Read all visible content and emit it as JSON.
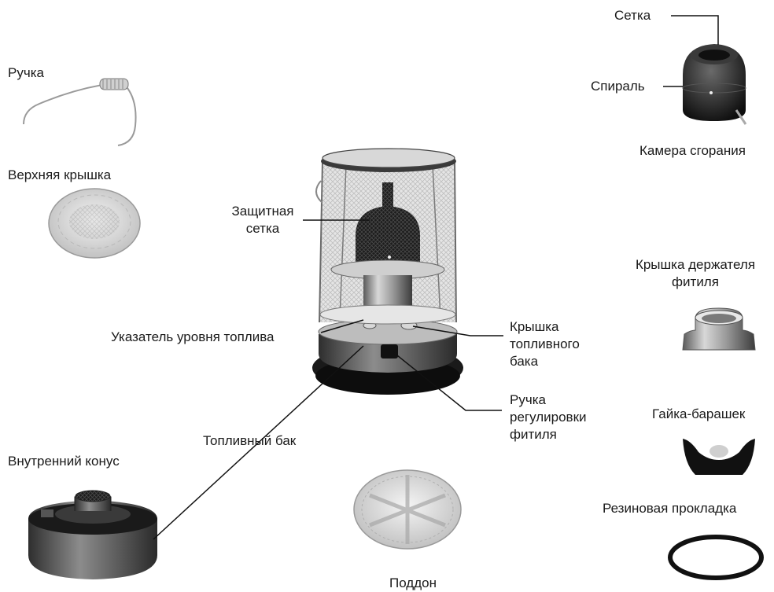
{
  "labels": {
    "grid": "Сетка",
    "spiral": "Спираль",
    "combustion_chamber": "Камера сгорания",
    "handle": "Ручка",
    "top_lid": "Верхняя крышка",
    "guard_line1": "Защитная",
    "guard_line2": "сетка",
    "wick_holder_cap_line1": "Крышка держателя",
    "wick_holder_cap_line2": "фитиля",
    "fuel_gauge": "Указатель уровня топлива",
    "fuel_cap_line1": "Крышка",
    "fuel_cap_line2": "топливного",
    "fuel_cap_line3": "бака",
    "wick_knob_line1": "Ручка",
    "wick_knob_line2": "регулировки",
    "wick_knob_line3": "фитиля",
    "wing_nut": "Гайка-барашек",
    "fuel_tank": "Топливный бак",
    "inner_cone": "Внутренний конус",
    "gasket": "Резиновая прокладка",
    "tray": "Поддон"
  }
}
